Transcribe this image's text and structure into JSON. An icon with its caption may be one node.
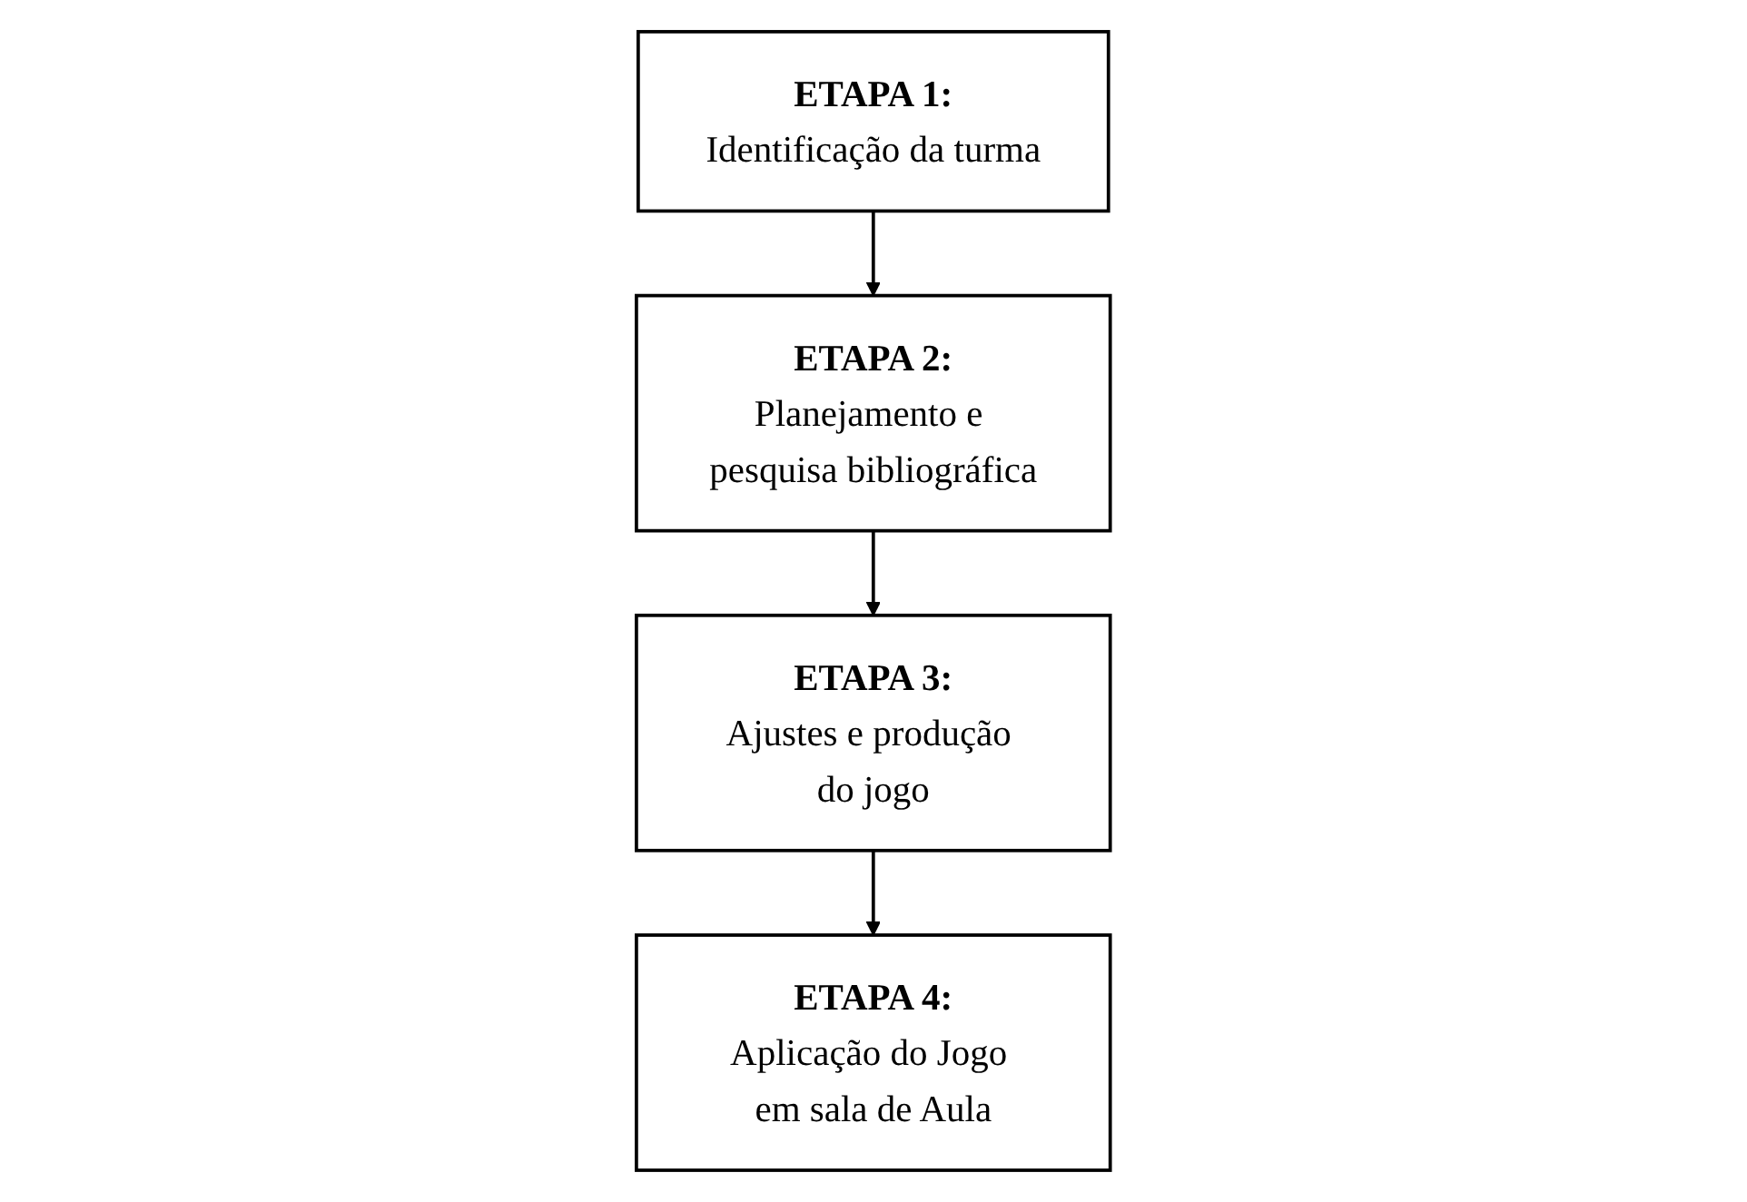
{
  "diagram": {
    "nodes": [
      {
        "text": [
          "ETAPA 1:",
          "Identificação da turma"
        ]
      },
      {
        "text": [
          "ETAPA 2:",
          "Planejamento e pesquisa bibliográfica"
        ]
      },
      {
        "text": [
          "ETAPA 3:",
          "Ajustes e produção do jogo"
        ]
      },
      {
        "text": [
          "ETAPA 4:",
          "Aplicação do Jogo em sala de Aula"
        ]
      }
    ],
    "edges": [
      {
        "from": 0,
        "to": 1,
        "arrow": "to"
      },
      {
        "from": 1,
        "to": 2,
        "arrow": "to"
      },
      {
        "from": 2,
        "to": 3,
        "arrow": "to"
      }
    ]
  }
}
